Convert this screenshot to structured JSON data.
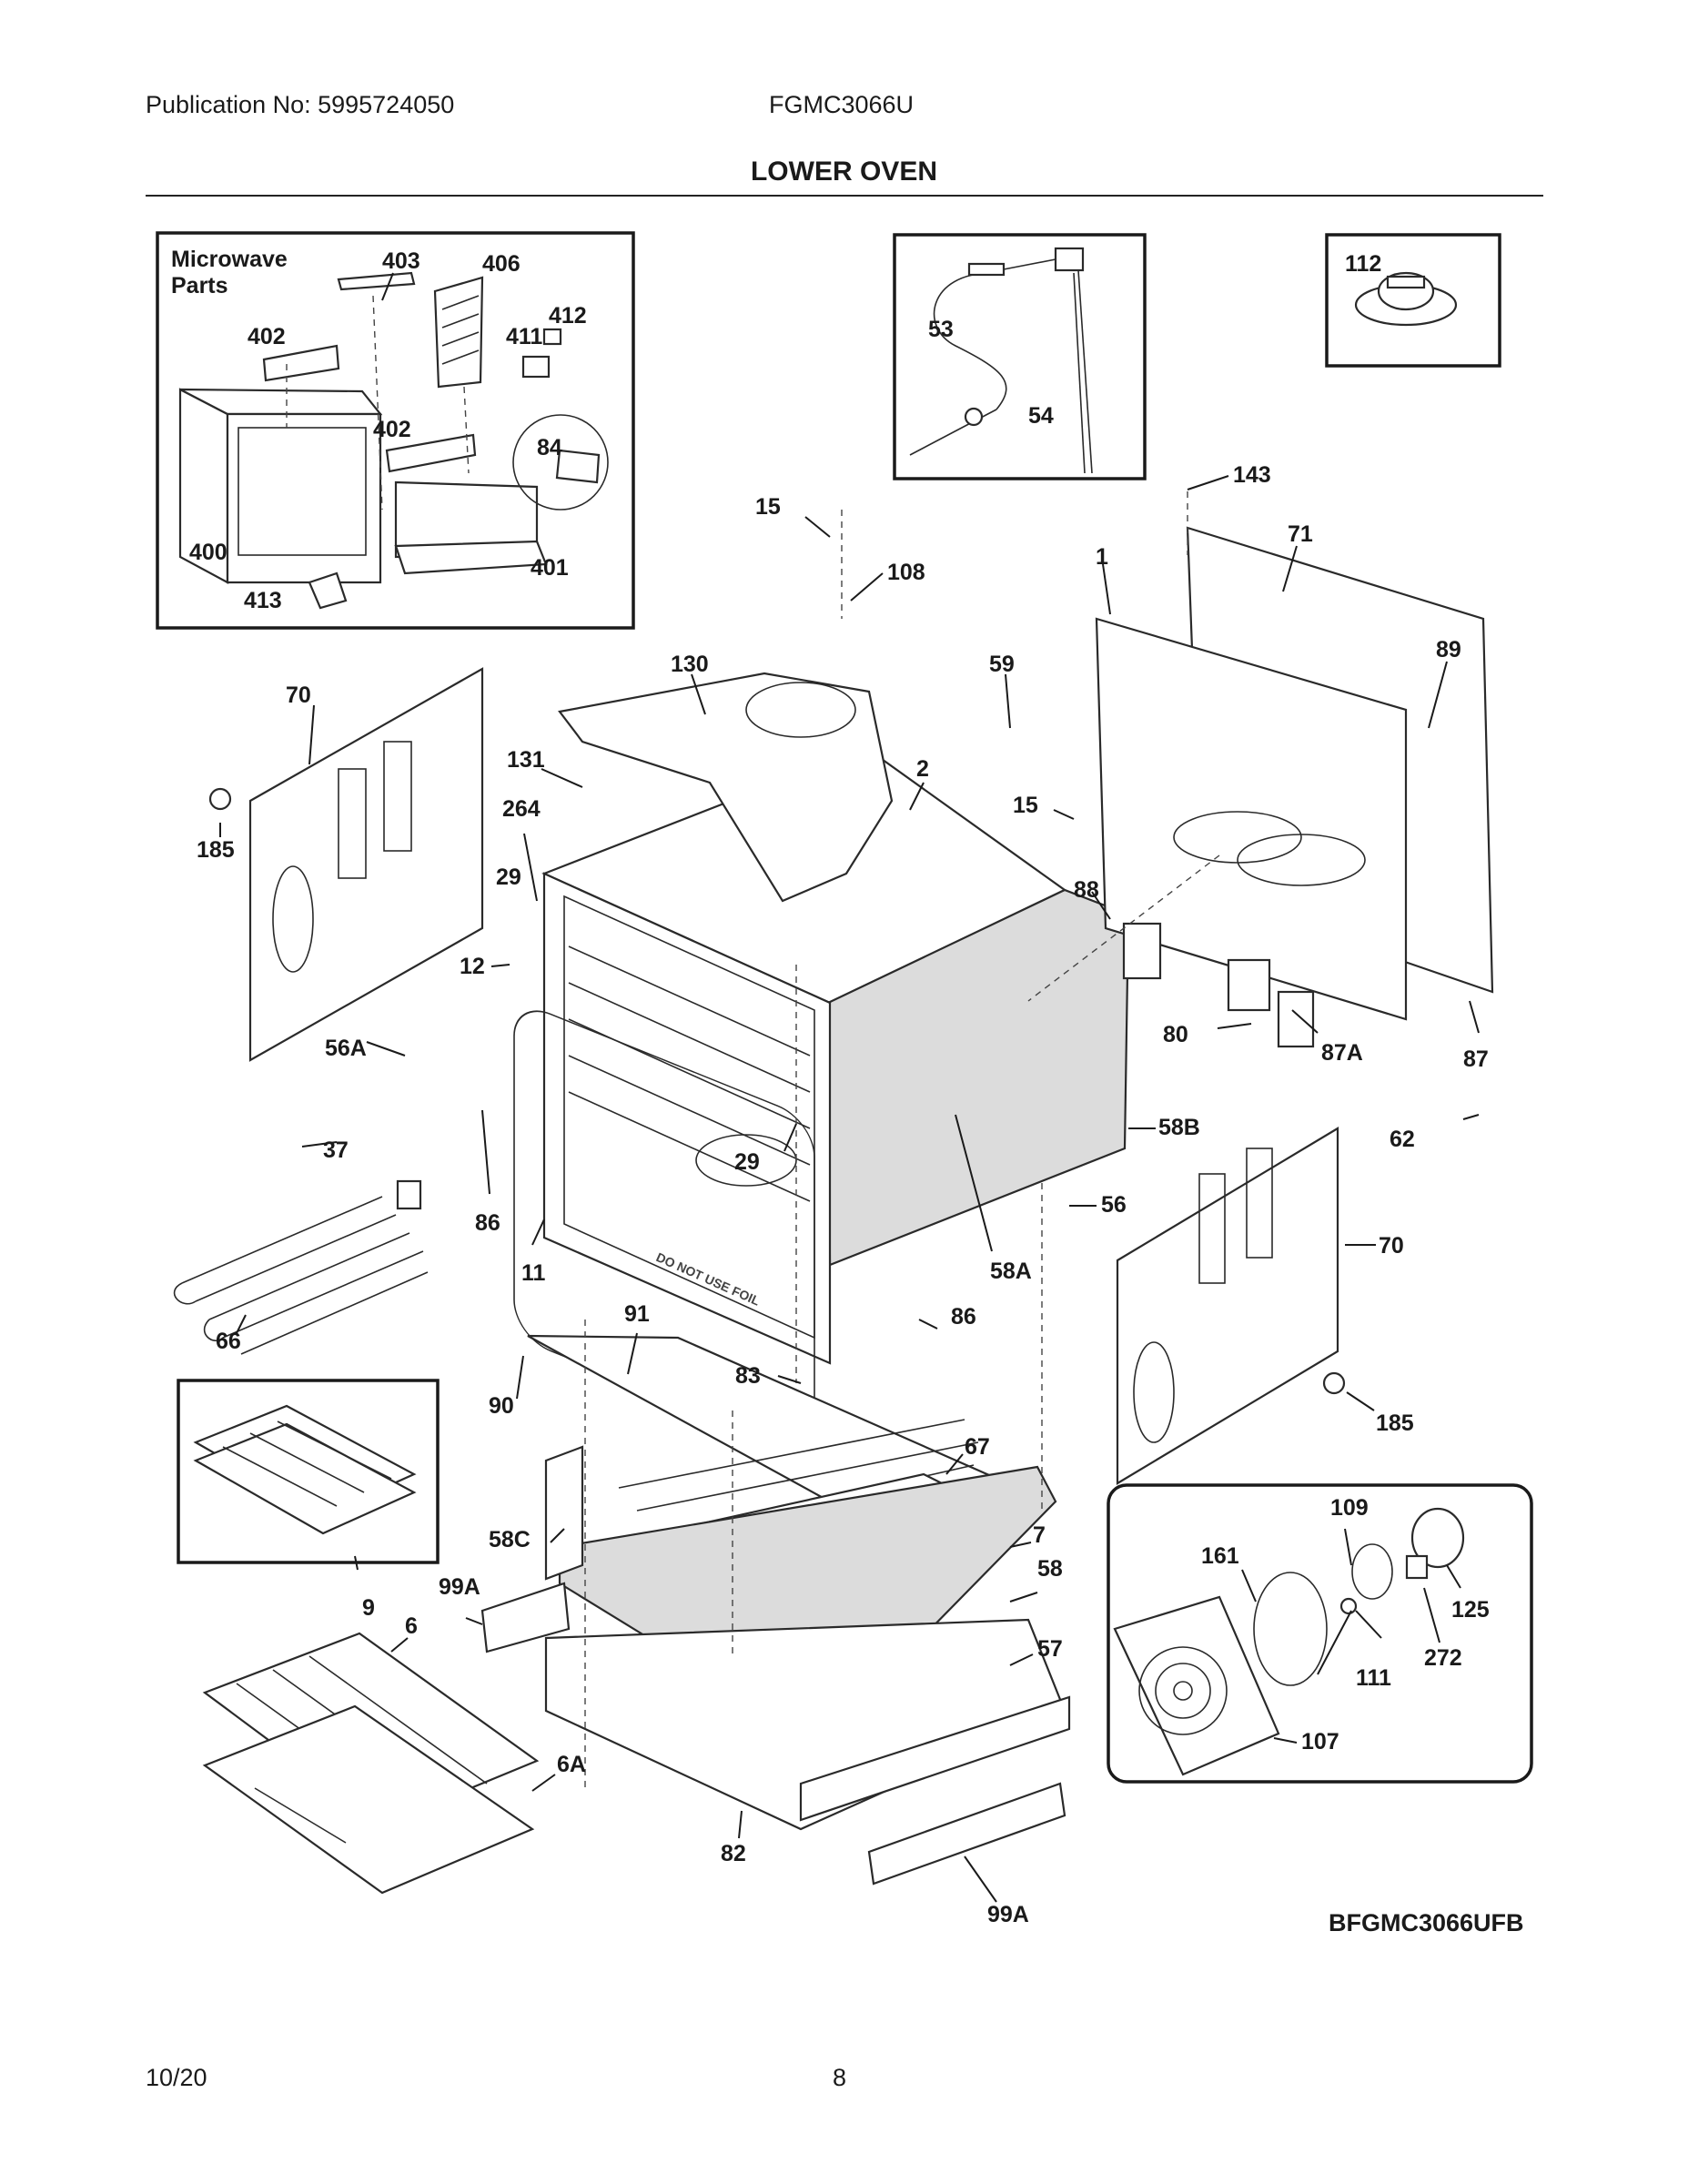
{
  "header": {
    "publication": "Publication No: 5995724050",
    "model": "FGMC3066U"
  },
  "title": "LOWER OVEN",
  "inset_microwave": {
    "title_line1": "Microwave",
    "title_line2": "Parts"
  },
  "diagram_code": "BFGMC3066UFB",
  "footer": {
    "date": "10/20",
    "page": "8"
  },
  "part_labels": [
    {
      "id": "403",
      "text": "403"
    },
    {
      "id": "406",
      "text": "406"
    },
    {
      "id": "402a",
      "text": "402"
    },
    {
      "id": "411",
      "text": "411"
    },
    {
      "id": "412",
      "text": "412"
    },
    {
      "id": "402b",
      "text": "402"
    },
    {
      "id": "84",
      "text": "84"
    },
    {
      "id": "400",
      "text": "400"
    },
    {
      "id": "401",
      "text": "401"
    },
    {
      "id": "413",
      "text": "413"
    },
    {
      "id": "53",
      "text": "53"
    },
    {
      "id": "54",
      "text": "54"
    },
    {
      "id": "112",
      "text": "112"
    },
    {
      "id": "143",
      "text": "143"
    },
    {
      "id": "15a",
      "text": "15"
    },
    {
      "id": "108",
      "text": "108"
    },
    {
      "id": "71",
      "text": "71"
    },
    {
      "id": "1",
      "text": "1"
    },
    {
      "id": "89",
      "text": "89"
    },
    {
      "id": "70a",
      "text": "70"
    },
    {
      "id": "130",
      "text": "130"
    },
    {
      "id": "59",
      "text": "59"
    },
    {
      "id": "131",
      "text": "131"
    },
    {
      "id": "2",
      "text": "2"
    },
    {
      "id": "15b",
      "text": "15"
    },
    {
      "id": "264",
      "text": "264"
    },
    {
      "id": "185a",
      "text": "185"
    },
    {
      "id": "29a",
      "text": "29"
    },
    {
      "id": "88",
      "text": "88"
    },
    {
      "id": "12",
      "text": "12"
    },
    {
      "id": "56A",
      "text": "56A"
    },
    {
      "id": "80",
      "text": "80"
    },
    {
      "id": "87A",
      "text": "87A"
    },
    {
      "id": "87",
      "text": "87"
    },
    {
      "id": "37",
      "text": "37"
    },
    {
      "id": "29b",
      "text": "29"
    },
    {
      "id": "58B",
      "text": "58B"
    },
    {
      "id": "62",
      "text": "62"
    },
    {
      "id": "86a",
      "text": "86"
    },
    {
      "id": "56",
      "text": "56"
    },
    {
      "id": "11",
      "text": "11"
    },
    {
      "id": "58A",
      "text": "58A"
    },
    {
      "id": "70b",
      "text": "70"
    },
    {
      "id": "66",
      "text": "66"
    },
    {
      "id": "91",
      "text": "91"
    },
    {
      "id": "86b",
      "text": "86"
    },
    {
      "id": "83",
      "text": "83"
    },
    {
      "id": "90",
      "text": "90"
    },
    {
      "id": "185b",
      "text": "185"
    },
    {
      "id": "67",
      "text": "67"
    },
    {
      "id": "109",
      "text": "109"
    },
    {
      "id": "58C",
      "text": "58C"
    },
    {
      "id": "7",
      "text": "7"
    },
    {
      "id": "161",
      "text": "161"
    },
    {
      "id": "9",
      "text": "9"
    },
    {
      "id": "99Aa",
      "text": "99A"
    },
    {
      "id": "58",
      "text": "58"
    },
    {
      "id": "125",
      "text": "125"
    },
    {
      "id": "6",
      "text": "6"
    },
    {
      "id": "57",
      "text": "57"
    },
    {
      "id": "111",
      "text": "111"
    },
    {
      "id": "272",
      "text": "272"
    },
    {
      "id": "107",
      "text": "107"
    },
    {
      "id": "6A",
      "text": "6A"
    },
    {
      "id": "82",
      "text": "82"
    },
    {
      "id": "99Ab",
      "text": "99A"
    }
  ],
  "stamp_text": "DO NOT USE FOIL"
}
